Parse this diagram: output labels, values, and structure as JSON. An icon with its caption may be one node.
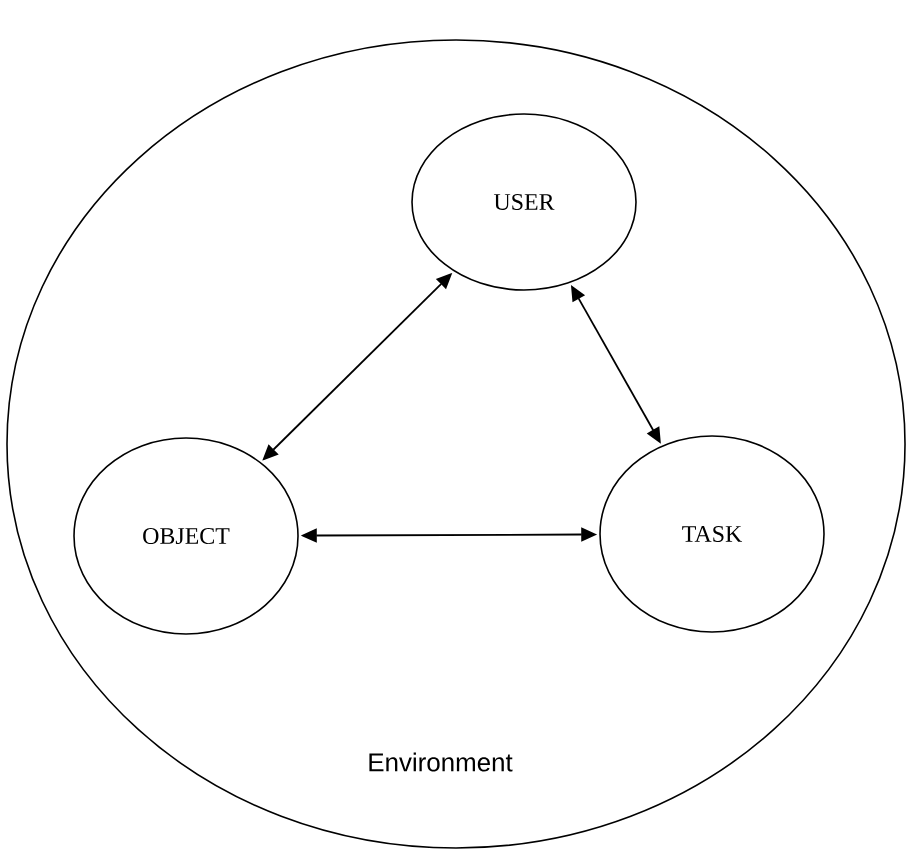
{
  "diagram": {
    "nodes": [
      {
        "text": [
          "Environment"
        ]
      },
      {
        "text": [
          "USER"
        ],
        "in": 0
      },
      {
        "text": [
          "OBJECT"
        ],
        "in": 0
      },
      {
        "text": [
          "TASK"
        ],
        "in": 0
      }
    ],
    "edges": [
      {
        "from": 1,
        "to": 2,
        "arrow": "both"
      },
      {
        "from": 1,
        "to": 3,
        "arrow": "both"
      },
      {
        "from": 2,
        "to": 3,
        "arrow": "both"
      }
    ]
  }
}
